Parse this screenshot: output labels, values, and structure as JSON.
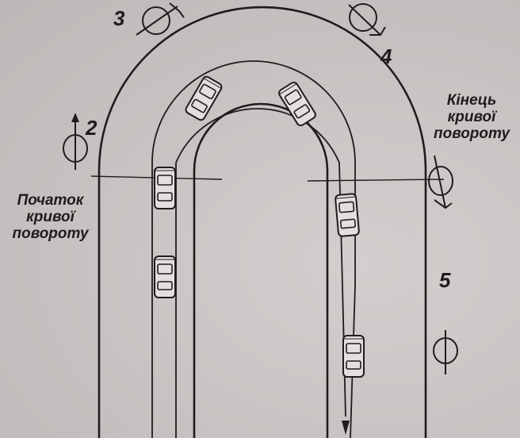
{
  "labels": {
    "start_curve": [
      "Початок",
      "кривої",
      "повороту"
    ],
    "end_curve": [
      "Кінець",
      "кривої",
      "повороту"
    ]
  },
  "positions": [
    "2",
    "3",
    "4",
    "5"
  ],
  "colors": {
    "ink": "#1e1c1c",
    "paper": "#c9c5c4"
  },
  "icons": [
    "steering-direction-icon",
    "car-icon",
    "direction-arrow-icon"
  ]
}
